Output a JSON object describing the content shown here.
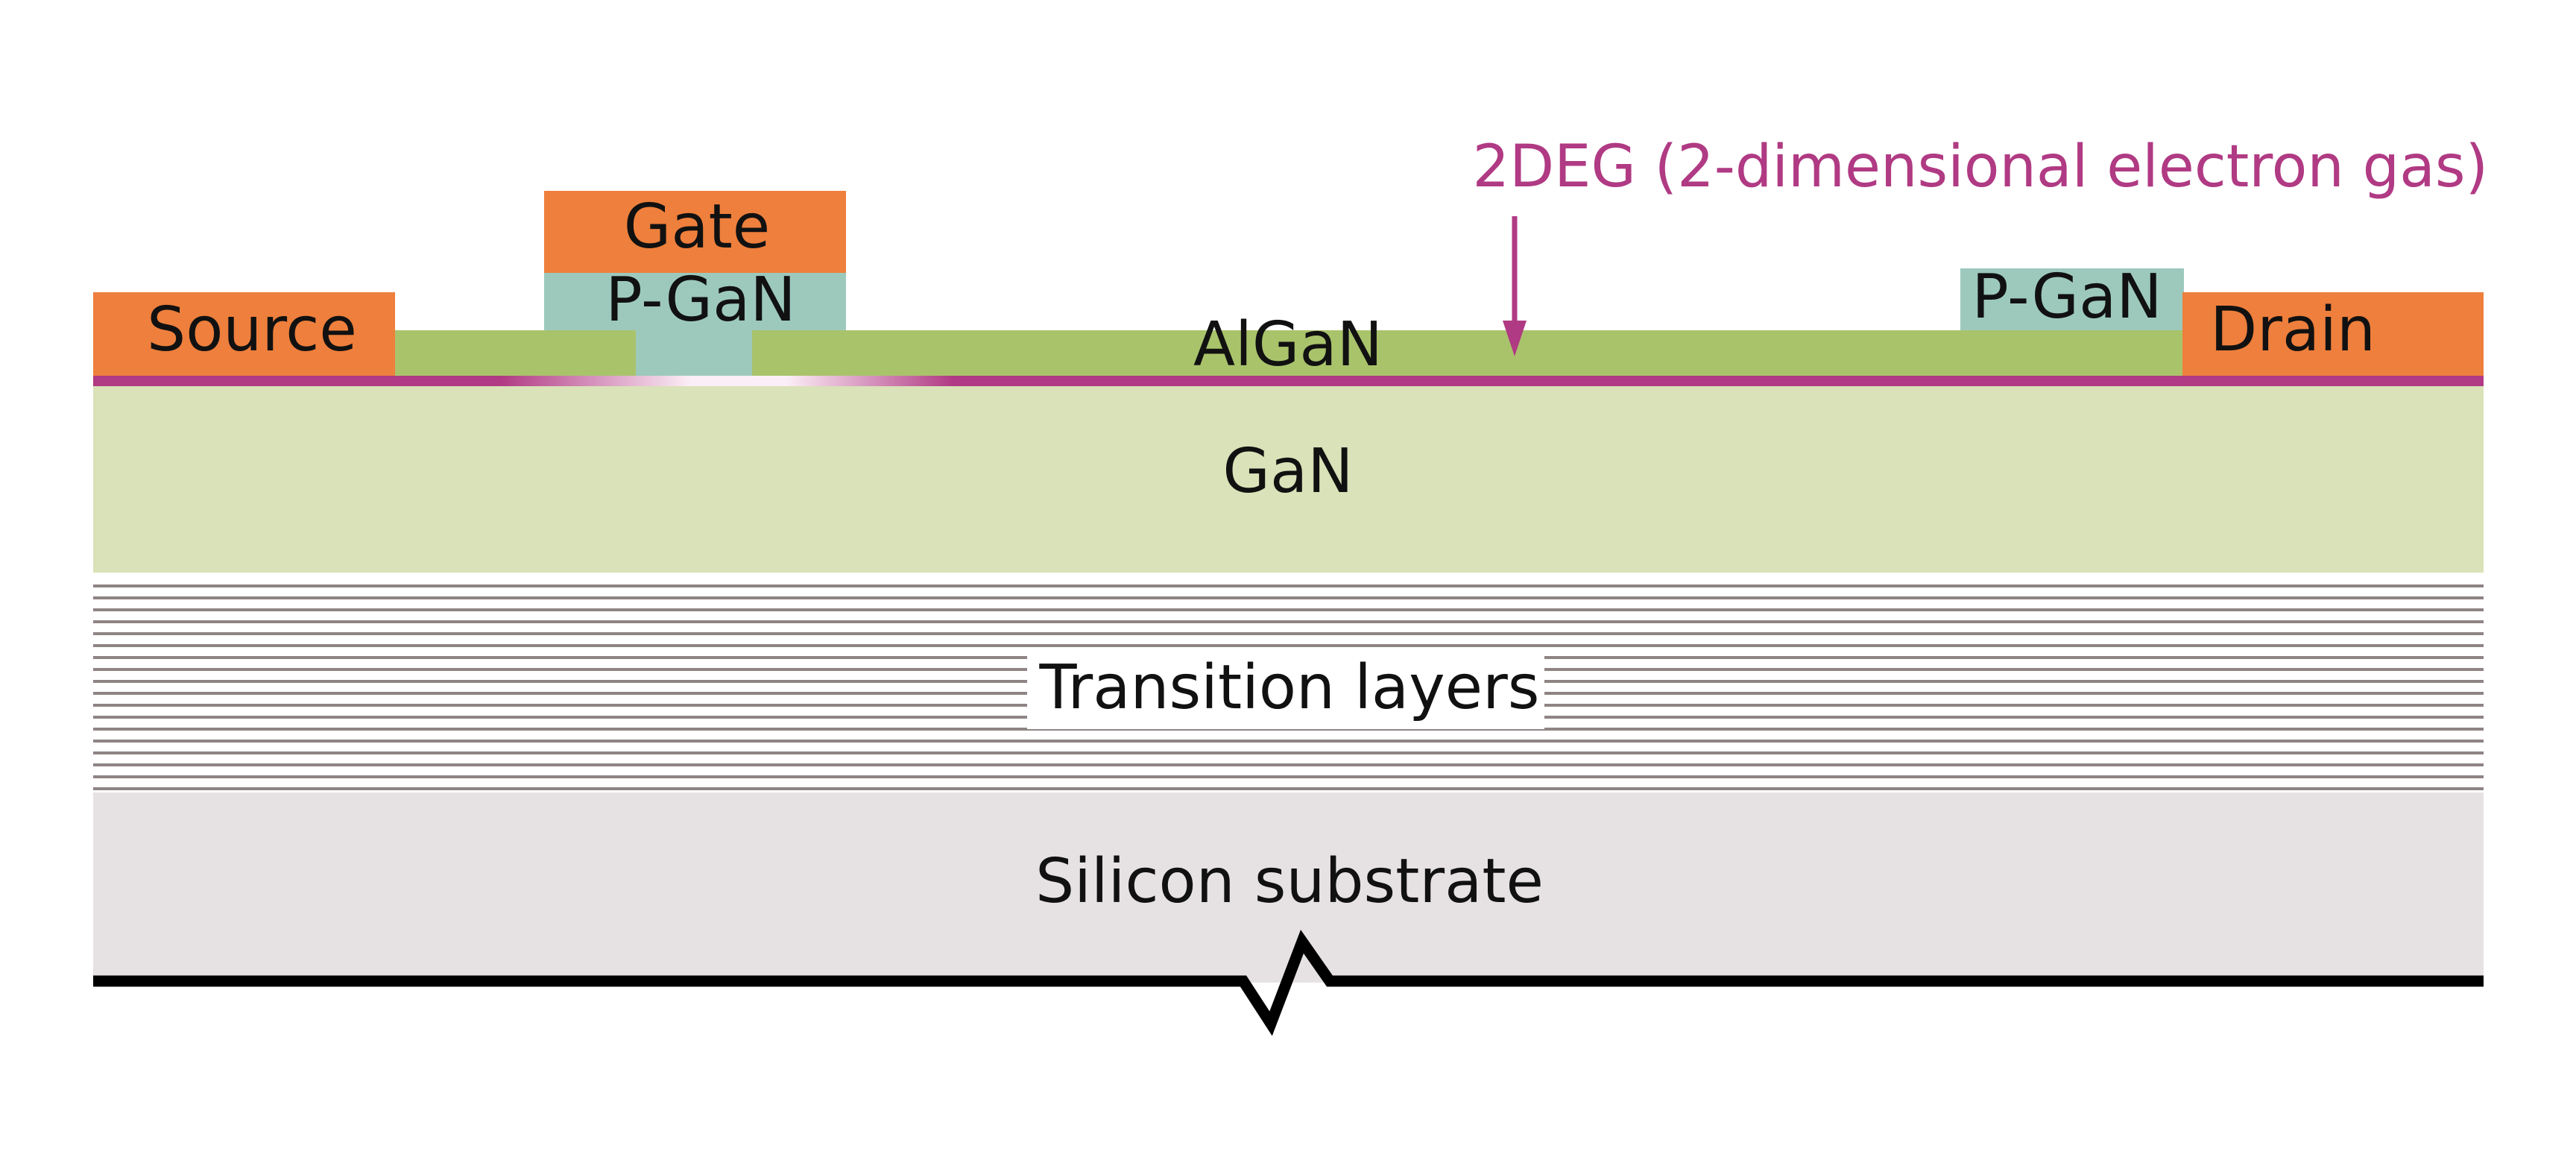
{
  "diagram": {
    "labels": {
      "gate": "Gate",
      "p_gan_gate": "P-GaN",
      "p_gan_drain": "P-GaN",
      "source": "Source",
      "drain": "Drain",
      "algan": "AlGaN",
      "gan": "GaN",
      "transition": "Transition layers",
      "substrate": "Silicon substrate"
    },
    "annotation": {
      "two_deg": "2DEG (2-dimensional electron gas)"
    },
    "colors": {
      "electrode": "#ee7f3c",
      "p_gan": "#9dc9bd",
      "algan": "#a9c36b",
      "two_deg": "#b03a83",
      "gan": "#d9e2b8",
      "transition_bg": "#ffffff",
      "transition_lines": "#8f8484",
      "substrate": "#e6e2e3",
      "base_line": "#000000"
    }
  }
}
